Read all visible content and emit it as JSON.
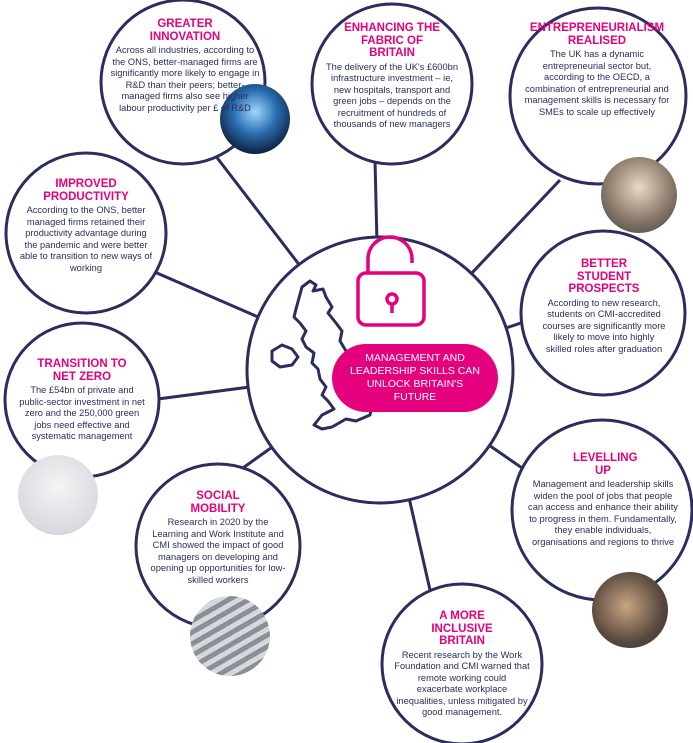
{
  "center": {
    "message": "MANAGEMENT AND LEADERSHIP SKILLS CAN UNLOCK BRITAIN'S FUTURE",
    "icon": "padlock-icon",
    "map_icon": "uk-map-icon"
  },
  "colors": {
    "navy": "#2a2d5e",
    "magenta": "#e5007e"
  },
  "bubbles": [
    {
      "title": "GREATER INNOVATION",
      "body": "Across all industries, according to the ONS, better-managed firms are significantly more likely to engage in R&D than their peers; better-managed firms also see higher labour productivity per £ of R&D"
    },
    {
      "title": "ENHANCING THE FABRIC OF BRITAIN",
      "body": "The delivery of the UK's £600bn infrastructure investment – ie, new hospitals, transport and green jobs – depends on the recruitment of hundreds of thousands of new managers"
    },
    {
      "title": "ENTREPRENEURIALISM REALISED",
      "body": "The UK has a dynamic entrepreneurial sector but, according to the OECD, a combination of entrepreneurial and management skills is necessary for SMEs to scale up effectively"
    },
    {
      "title": "IMPROVED PRODUCTIVITY",
      "body": "According to the ONS, better managed firms retained their productivity advantage during the pandemic and were better able to transition to new ways of working"
    },
    {
      "title": "BETTER STUDENT PROSPECTS",
      "body": "According to new research, students on CMI-accredited courses are significantly more likely to move into highly skilled roles after graduation"
    },
    {
      "title": "TRANSITION TO NET ZERO",
      "body": "The £54bn of private and public-sector investment in net zero and the 250,000 green jobs need effective and systematic management"
    },
    {
      "title": "SOCIAL MOBILITY",
      "body": "Research in 2020 by the Learning and Work Institute and CMI showed the impact of good managers on developing and opening up opportunities for low-skilled workers"
    },
    {
      "title": "LEVELLING UP",
      "body": "Management and leadership skills widen the pool of jobs that people can access and enhance their ability to progress in them. Fundamentally, they enable individuals, organisations and regions to thrive"
    },
    {
      "title": "A MORE INCLUSIVE BRITAIN",
      "body": "Recent research by the Work Foundation and CMI warned that remote working could exacerbate workplace inequalities, unless mitigated by good management."
    }
  ]
}
